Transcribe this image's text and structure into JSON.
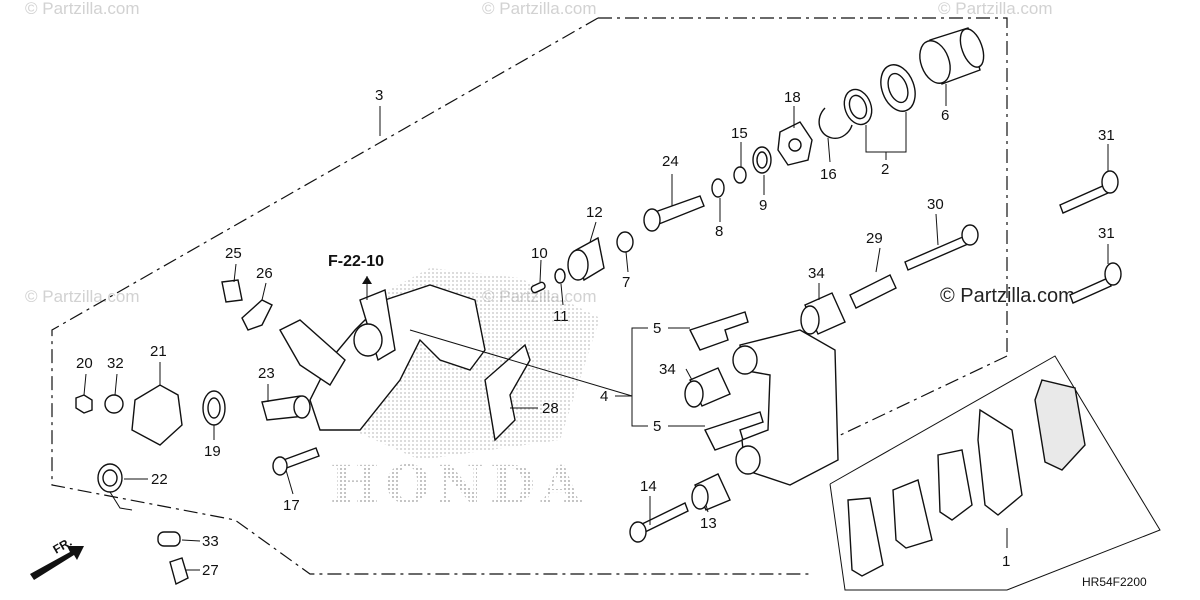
{
  "watermarks": {
    "top_left": "© Partzilla.com",
    "top_center": "© Partzilla.com",
    "top_right": "© Partzilla.com",
    "mid_left": "© Partzilla.com",
    "mid_center": "© Partzilla.com",
    "main": "© Partzilla.com"
  },
  "reference": "F-22-10",
  "diagram_code": "HR54F2200",
  "front_indicator": "FR.",
  "brand_background": "HONDA",
  "callouts": {
    "c1": "1",
    "c2": "2",
    "c3": "3",
    "c4": "4",
    "c5a": "5",
    "c5b": "5",
    "c6": "6",
    "c7": "7",
    "c8": "8",
    "c9": "9",
    "c10": "10",
    "c11": "11",
    "c12": "12",
    "c13": "13",
    "c14": "14",
    "c15": "15",
    "c16": "16",
    "c17": "17",
    "c18": "18",
    "c19": "19",
    "c20": "20",
    "c21": "21",
    "c22": "22",
    "c23": "23",
    "c24": "24",
    "c25": "25",
    "c26": "26",
    "c27": "27",
    "c28": "28",
    "c29": "29",
    "c30": "30",
    "c31a": "31",
    "c31b": "31",
    "c32": "32",
    "c33": "33",
    "c34a": "34",
    "c34b": "34"
  },
  "colors": {
    "line": "#111111",
    "watermark": "#d2d2d2",
    "background": "#ffffff"
  }
}
